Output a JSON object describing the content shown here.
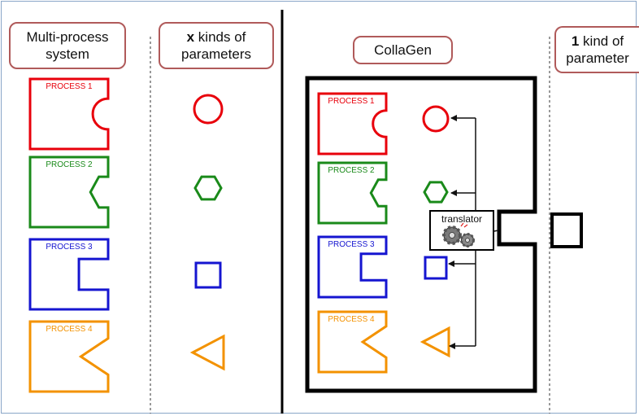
{
  "headers": {
    "multi_process_line1": "Multi-process",
    "multi_process_line2": "system",
    "x_kinds_bold": "x",
    "x_kinds_rest": " kinds of",
    "x_kinds_line2": "parameters",
    "collagen": "CollaGen",
    "one_kind_bold": "1",
    "one_kind_rest": " kind of",
    "one_kind_line2": "parameter"
  },
  "processes": [
    {
      "label": "PROCESS 1",
      "color": "#e8000b",
      "shape": "circle"
    },
    {
      "label": "PROCESS 2",
      "color": "#1a8a1a",
      "shape": "hexagon"
    },
    {
      "label": "PROCESS 3",
      "color": "#1515d0",
      "shape": "square"
    },
    {
      "label": "PROCESS 4",
      "color": "#f39200",
      "shape": "triangle"
    }
  ],
  "translator": {
    "label": "translator",
    "icon": "gears-icon"
  },
  "colors": {
    "label_border": "#b05a5a",
    "frame_border": "#8aa6c8",
    "black": "#000000"
  }
}
